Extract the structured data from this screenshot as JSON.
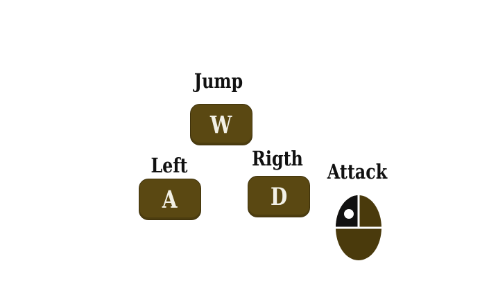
{
  "controls": {
    "jump": {
      "label": "Jump",
      "key": "W"
    },
    "left": {
      "label": "Left",
      "key": "A"
    },
    "right": {
      "label": "Rigth",
      "key": "D"
    },
    "attack": {
      "label": "Attack",
      "input": "left-mouse-button"
    }
  },
  "colors": {
    "background": "#ffffff",
    "key_fill": "#5a4812",
    "key_text": "#f2f0e6",
    "label_text": "#111111",
    "mouse_body": "#4a3a0c",
    "mouse_active_button": "#111111"
  }
}
